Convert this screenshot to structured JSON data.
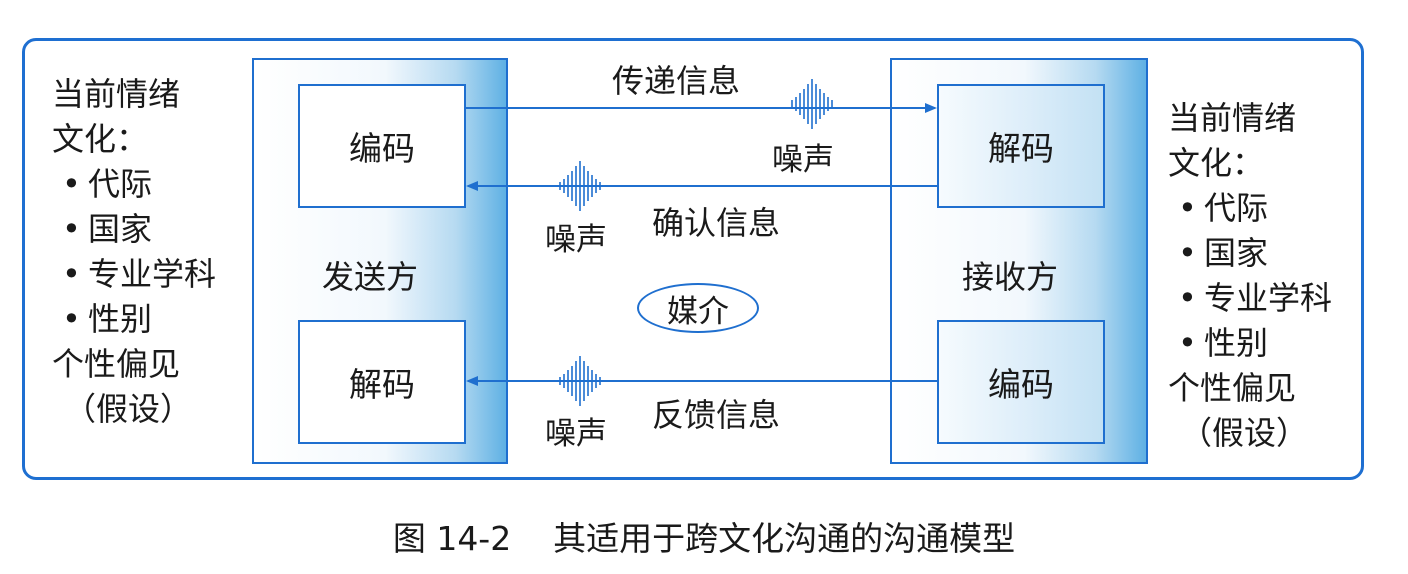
{
  "left_panel": {
    "line1": "当前情绪",
    "line2": "文化：",
    "bullets": [
      "代际",
      "国家",
      "专业学科",
      "性别"
    ],
    "line3": "个性偏见",
    "line4": "（假设）"
  },
  "right_panel": {
    "line1": "当前情绪",
    "line2": "文化：",
    "bullets": [
      "代际",
      "国家",
      "专业学科",
      "性别"
    ],
    "line3": "个性偏见",
    "line4": "（假设）"
  },
  "sender": {
    "label": "发送方",
    "top_box": "编码",
    "bottom_box": "解码"
  },
  "receiver": {
    "label": "接收方",
    "top_box": "解码",
    "bottom_box": "编码"
  },
  "messages": {
    "transmit": "传递信息",
    "confirm": "确认信息",
    "feedback": "反馈信息"
  },
  "noise_label": "噪声",
  "medium": "媒介",
  "caption": "图 14-2    其适用于跨文化沟通的沟通模型",
  "colors": {
    "frame": "#1e6fd1",
    "box_border": "#1f6fcf",
    "arrow": "#1f6fcf",
    "gradient_edge": "#5fb1e4",
    "noise_wave": "#1f6fcf"
  }
}
